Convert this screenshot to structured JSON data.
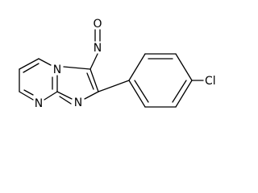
{
  "molecule": {
    "atoms": {
      "N_bridge": "N",
      "N_pyrimidine": "N",
      "N_imidazole": "N",
      "N_nitroso": "N",
      "O_nitroso": "O",
      "Cl": "Cl"
    }
  },
  "colors": {
    "bond": "#000000",
    "label": "#000000",
    "background": "#ffffff"
  }
}
